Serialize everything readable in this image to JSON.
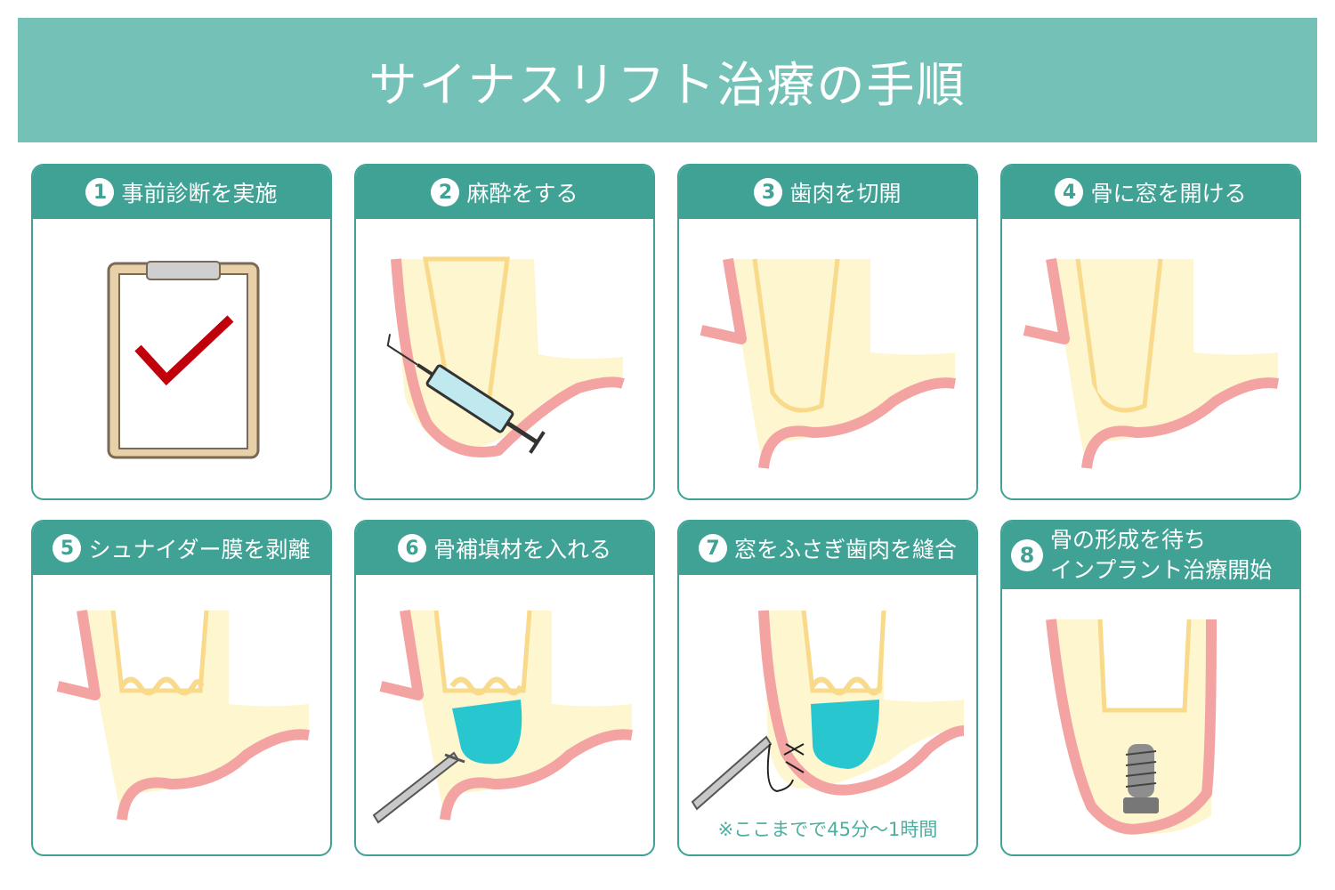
{
  "title": "サイナスリフト治療の手順",
  "steps": [
    {
      "num": "1",
      "label": "事前診断を実施"
    },
    {
      "num": "2",
      "label": "麻酔をする"
    },
    {
      "num": "3",
      "label": "歯肉を切開"
    },
    {
      "num": "4",
      "label": "骨に窓を開ける"
    },
    {
      "num": "5",
      "label": "シュナイダー膜を剥離"
    },
    {
      "num": "6",
      "label": "骨補填材を入れる"
    },
    {
      "num": "7",
      "label": "窓をふさぎ歯肉を縫合"
    },
    {
      "num": "8",
      "label_line1": "骨の形成を待ち",
      "label_line2": "インプラント治療開始"
    }
  ],
  "note": "※ここまでで45分〜1時間",
  "colors": {
    "banner": "#74c2b7",
    "header": "#3fa295",
    "gum": "#f4a3a3",
    "bone": "#fdf6cf",
    "cortical": "#f9d98a",
    "graft": "#28c7d0",
    "checkmark": "#c0000b"
  }
}
